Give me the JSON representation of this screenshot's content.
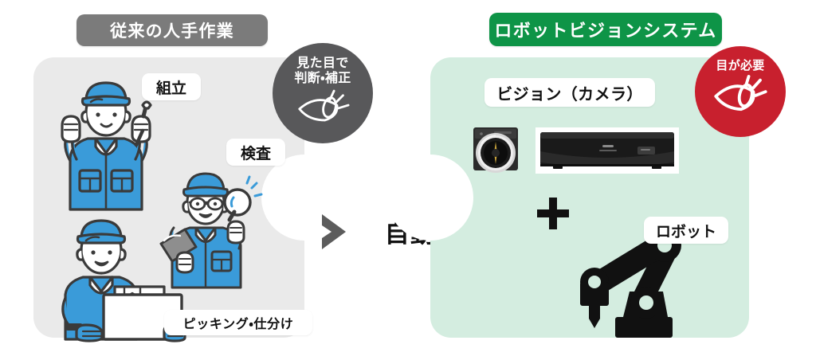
{
  "colors": {
    "left_panel_bg": "#eaeaea",
    "right_panel_bg": "#d4ede0",
    "gray_header_bg": "#7b7b7b",
    "green_header_bg": "#0e9447",
    "gray_badge_bg": "#58585a",
    "red_badge_bg": "#c8202e",
    "chevron_gray": "#5c5c5c",
    "chevron_green": "#0e9447",
    "uniform_blue": "#3a9bd9",
    "outline_dark": "#3a3a3a",
    "white": "#ffffff",
    "black": "#111111"
  },
  "left": {
    "header": "従来の人手作業",
    "badge": {
      "line1": "見た目で",
      "line2": "判断・補正",
      "icon": "eye-icon"
    },
    "tags": {
      "assembly": "組立",
      "inspection": "検査",
      "picking": "ピッキング・仕分け"
    },
    "figures": [
      {
        "name": "worker-assembly",
        "desc": "assembly-worker-with-wrench"
      },
      {
        "name": "worker-inspection",
        "desc": "inspection-worker-with-magnifier"
      },
      {
        "name": "worker-picking",
        "desc": "picking-worker-carrying-box"
      }
    ]
  },
  "center": {
    "label": "自動化",
    "chevron_left": "chevron-right-icon",
    "chevron_right": "chevron-right-icon"
  },
  "right": {
    "header": "ロボットビジョンシステム",
    "badge": {
      "line1": "目が必要",
      "icon": "eye-icon"
    },
    "tags": {
      "vision": "ビジョン（カメラ）",
      "robot": "ロボット"
    },
    "plus": "plus-icon",
    "figures": [
      {
        "name": "camera-device",
        "desc": "industrial-vision-camera"
      },
      {
        "name": "controller-device",
        "desc": "vision-controller-unit"
      },
      {
        "name": "robot-arm",
        "desc": "articulated-robot-arm-silhouette"
      }
    ]
  }
}
